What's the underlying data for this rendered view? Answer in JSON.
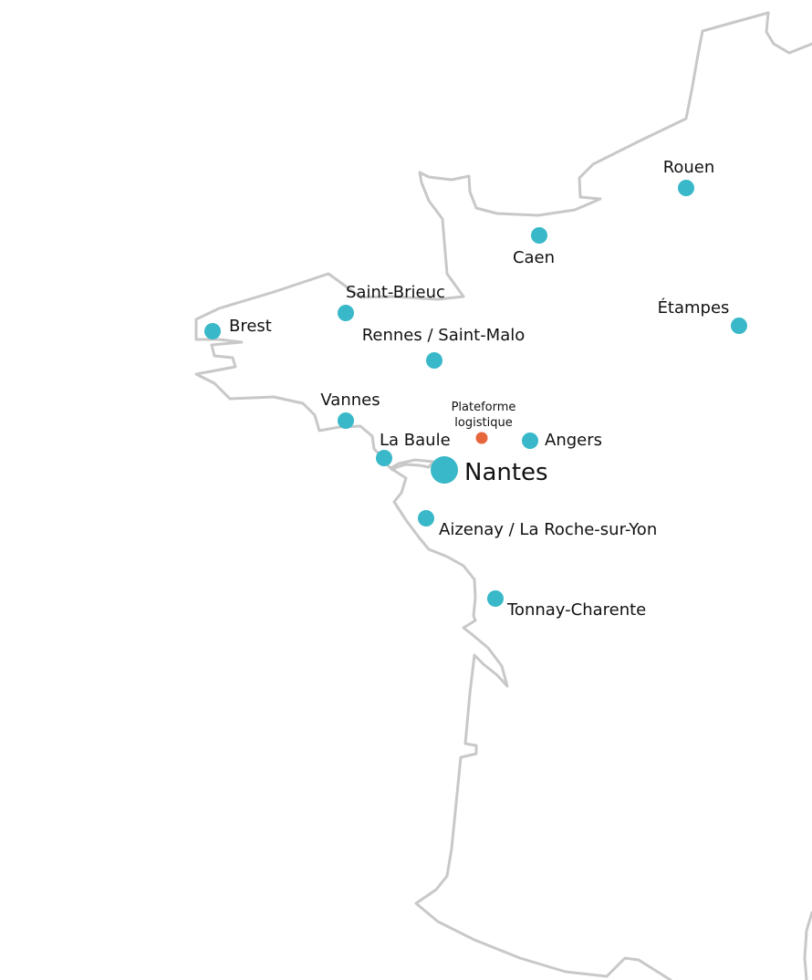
{
  "colors": {
    "city_marker": "#38b8c8",
    "logistics_marker": "#e8663c",
    "coastline": "#c8c8c8",
    "label_text": "#111111"
  },
  "locations": [
    {
      "id": "rouen",
      "label": "Rouen",
      "type": "city"
    },
    {
      "id": "caen",
      "label": "Caen",
      "type": "city"
    },
    {
      "id": "etampes",
      "label": "Étampes",
      "type": "city"
    },
    {
      "id": "saint-brieuc",
      "label": "Saint-Brieuc",
      "type": "city"
    },
    {
      "id": "brest",
      "label": "Brest",
      "type": "city"
    },
    {
      "id": "rennes",
      "label": "Rennes / Saint-Malo",
      "type": "city"
    },
    {
      "id": "vannes",
      "label": "Vannes",
      "type": "city"
    },
    {
      "id": "la-baule",
      "label": "La Baule",
      "type": "city"
    },
    {
      "id": "angers",
      "label": "Angers",
      "type": "city"
    },
    {
      "id": "nantes",
      "label": "Nantes",
      "type": "headquarters"
    },
    {
      "id": "aizenay",
      "label": "Aizenay / La Roche-sur-Yon",
      "type": "city"
    },
    {
      "id": "tonnay",
      "label": "Tonnay-Charente",
      "type": "city"
    },
    {
      "id": "plateforme",
      "label_lines": [
        "Plateforme",
        "logistique"
      ],
      "type": "logistics"
    }
  ]
}
